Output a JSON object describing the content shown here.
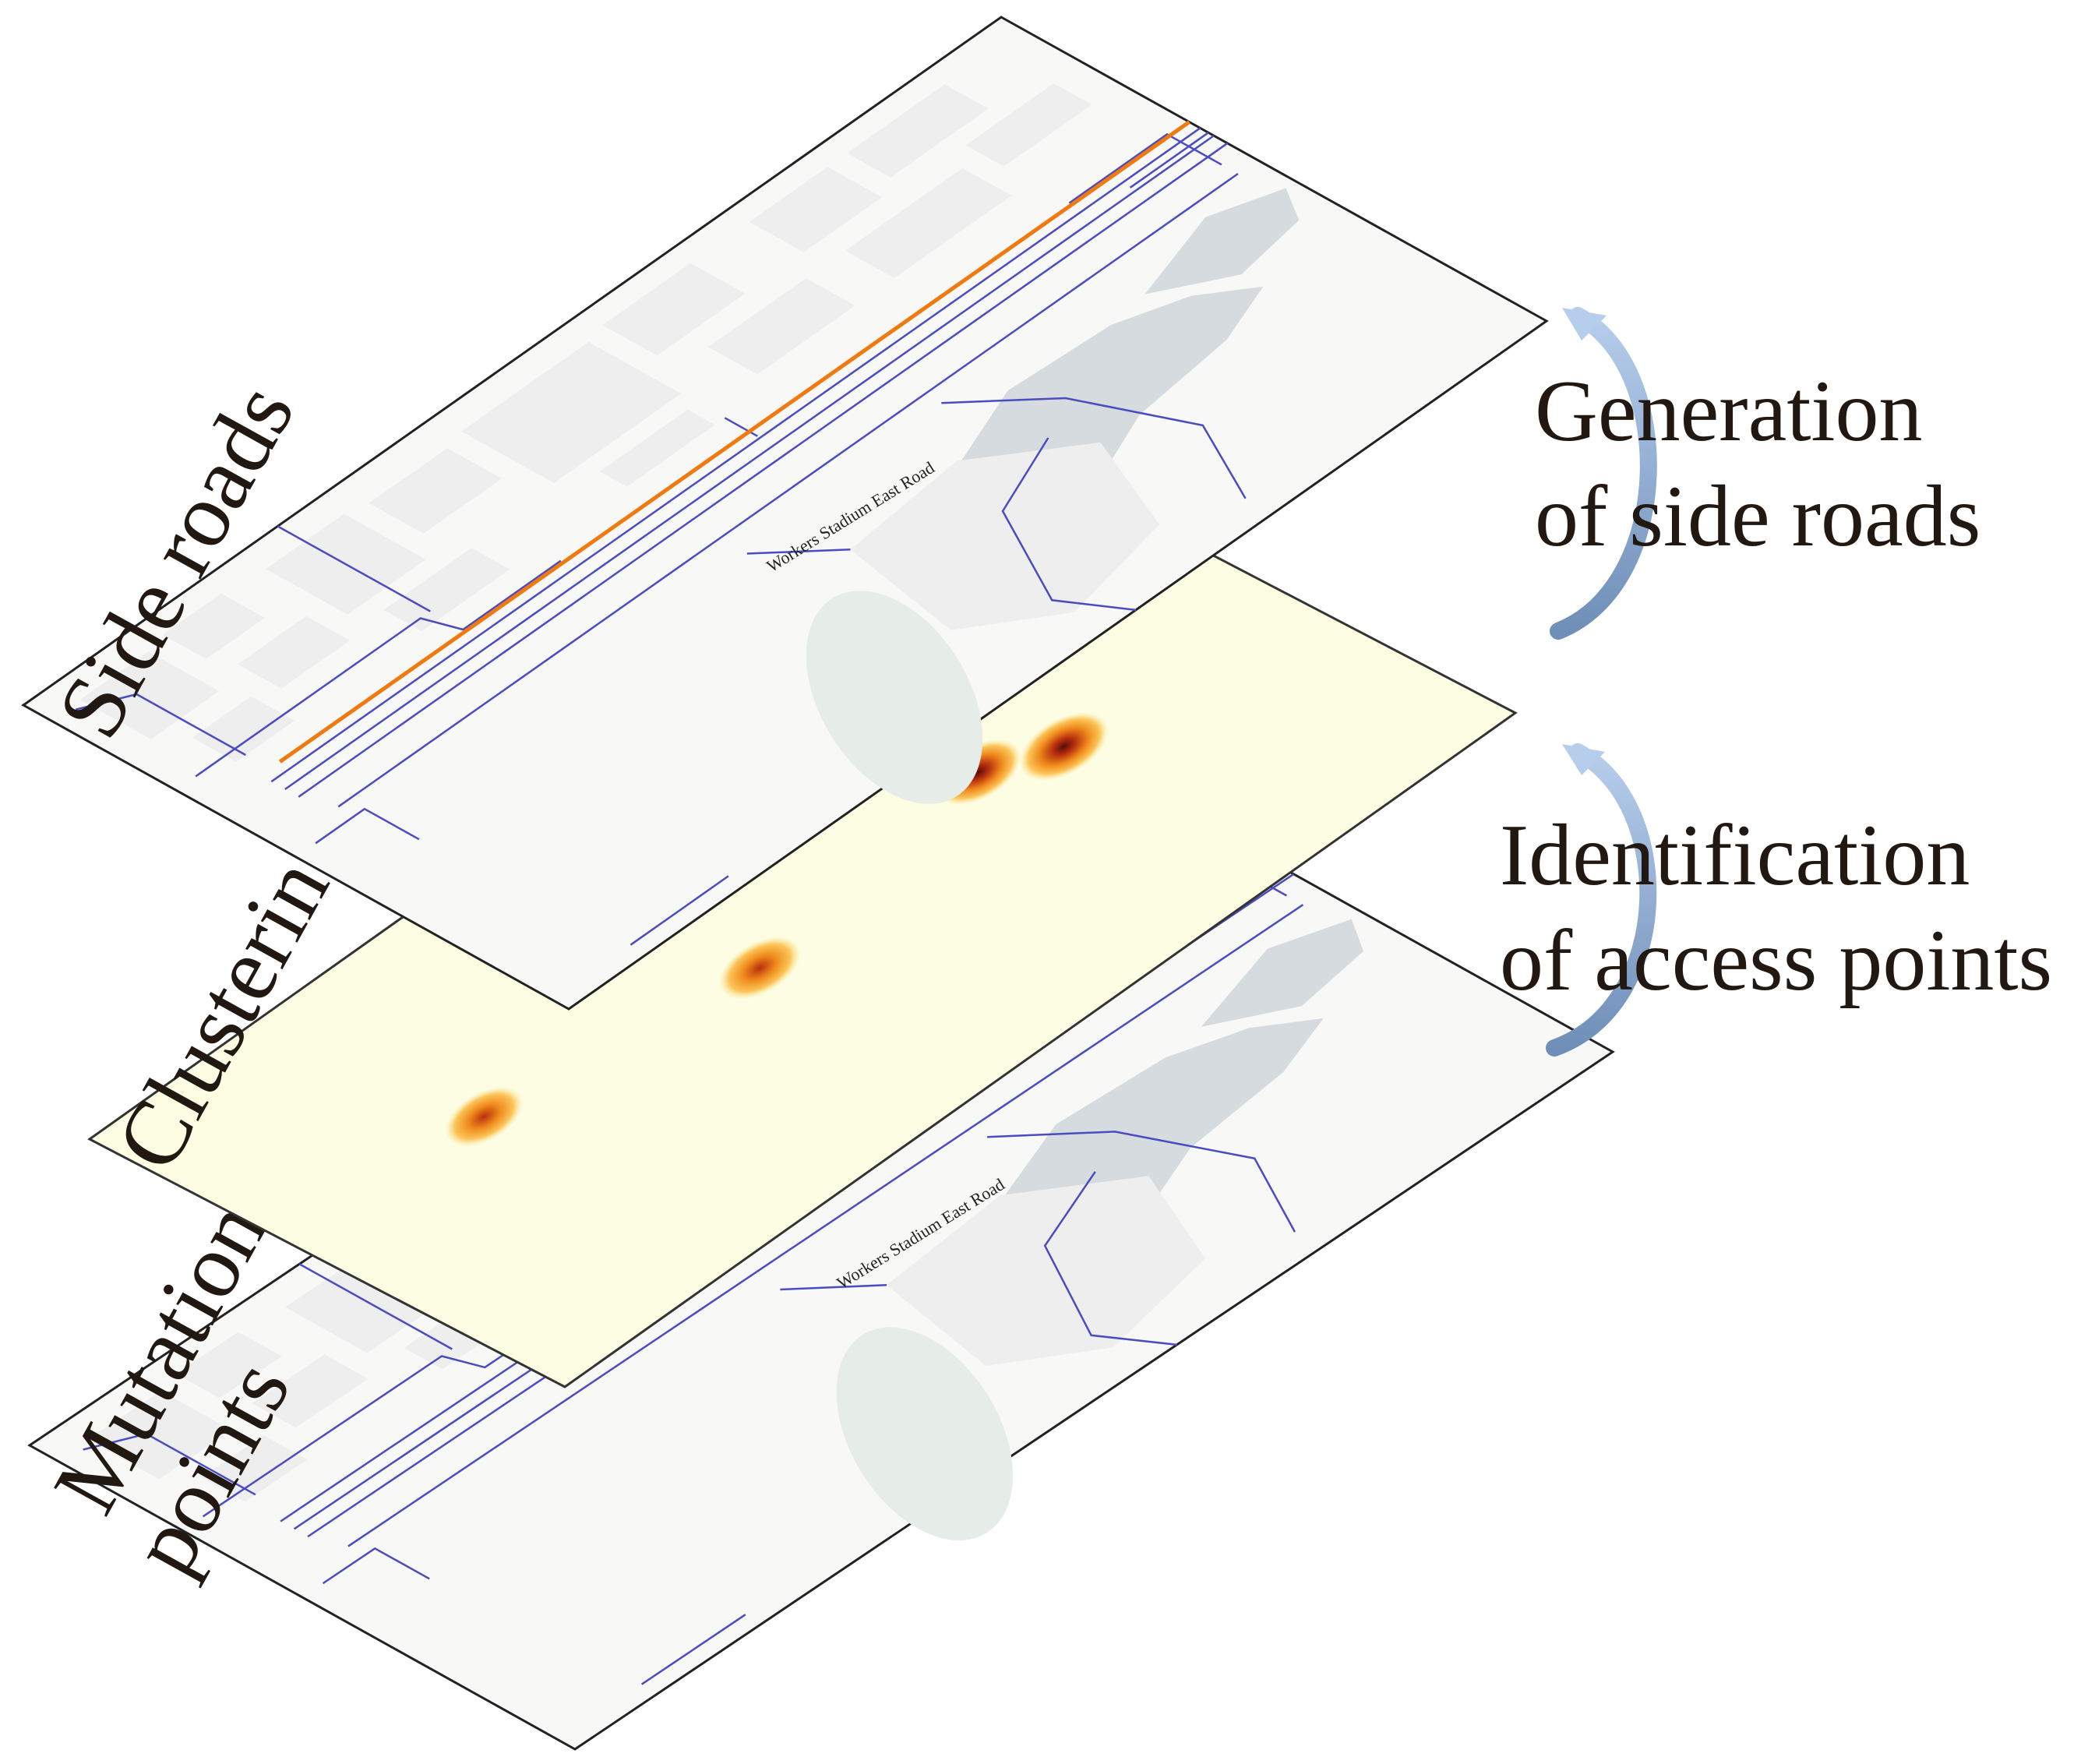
{
  "layers": [
    {
      "id": "mutation",
      "label_lines": [
        "Mutation",
        "points"
      ]
    },
    {
      "id": "clustering",
      "label_lines": [
        "Clustering"
      ]
    },
    {
      "id": "side-roads",
      "label_lines": [
        "Side roads"
      ]
    }
  ],
  "road_name": "Workers Stadium East Road",
  "steps": [
    {
      "id": "identification",
      "lines": [
        "Identification",
        "of access points"
      ]
    },
    {
      "id": "generation",
      "lines": [
        "Generation",
        "of side roads"
      ]
    }
  ],
  "colors": {
    "map_bg": "#f8f8f7",
    "block": "#eeeeee",
    "water": "#d5dbdf",
    "green": "#e6ece8",
    "road_line": "#4a4cc0",
    "side_road": "#f07a10",
    "cluster_bg": "#fcfde2",
    "point": "#f08c10",
    "arrow": "#8fb0d8"
  },
  "clusters": [
    {
      "u": 0.195,
      "v": 0.44,
      "intensity": 0.55
    },
    {
      "u": 0.445,
      "v": 0.52,
      "intensity": 0.7
    },
    {
      "u": 0.71,
      "v": 0.45,
      "intensity": 0.85
    },
    {
      "u": 0.77,
      "v": 0.51,
      "intensity": 1.0
    }
  ]
}
